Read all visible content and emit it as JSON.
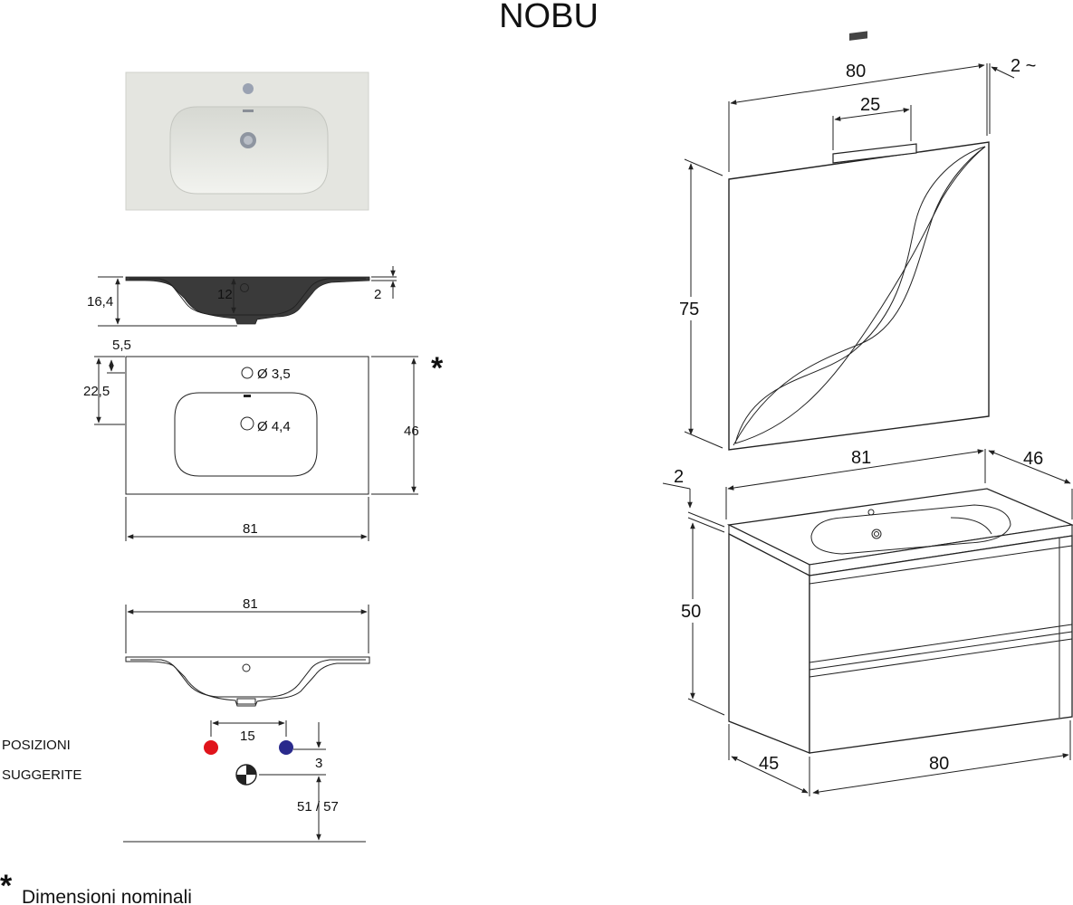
{
  "title": "NOBU",
  "left_views": {
    "section_top": {
      "height": "16,4",
      "depth": "12",
      "rim": "2"
    },
    "plan": {
      "edge_offset": "5,5",
      "hole_offset": "22,5",
      "tap_hole": "Ø 3,5",
      "drain_hole": "Ø 4,4",
      "depth": "46",
      "width": "81",
      "nominal_mark": "*"
    },
    "section_bottom": {
      "width": "81"
    },
    "suggested": {
      "label_line1": "POSIZIONI",
      "label_line2": "SUGGERITE",
      "spacing": "15",
      "offset": "3",
      "height": "51 / 57",
      "hot_color": "#e0141b",
      "cold_color": "#2a2a8c"
    }
  },
  "right_views": {
    "mirror": {
      "width": "80",
      "lamp": "25",
      "gap": "2 ~",
      "height": "75"
    },
    "cabinet": {
      "top_width": "81",
      "top_depth": "46",
      "top_thickness": "2",
      "height": "50",
      "depth": "45",
      "width": "80"
    }
  },
  "footnote": {
    "mark": "*",
    "text": "Dimensioni nominali"
  },
  "colors": {
    "basin_render": "#e4e5e0",
    "basin_shadow": "#c9cbc5",
    "line": "#222222"
  }
}
